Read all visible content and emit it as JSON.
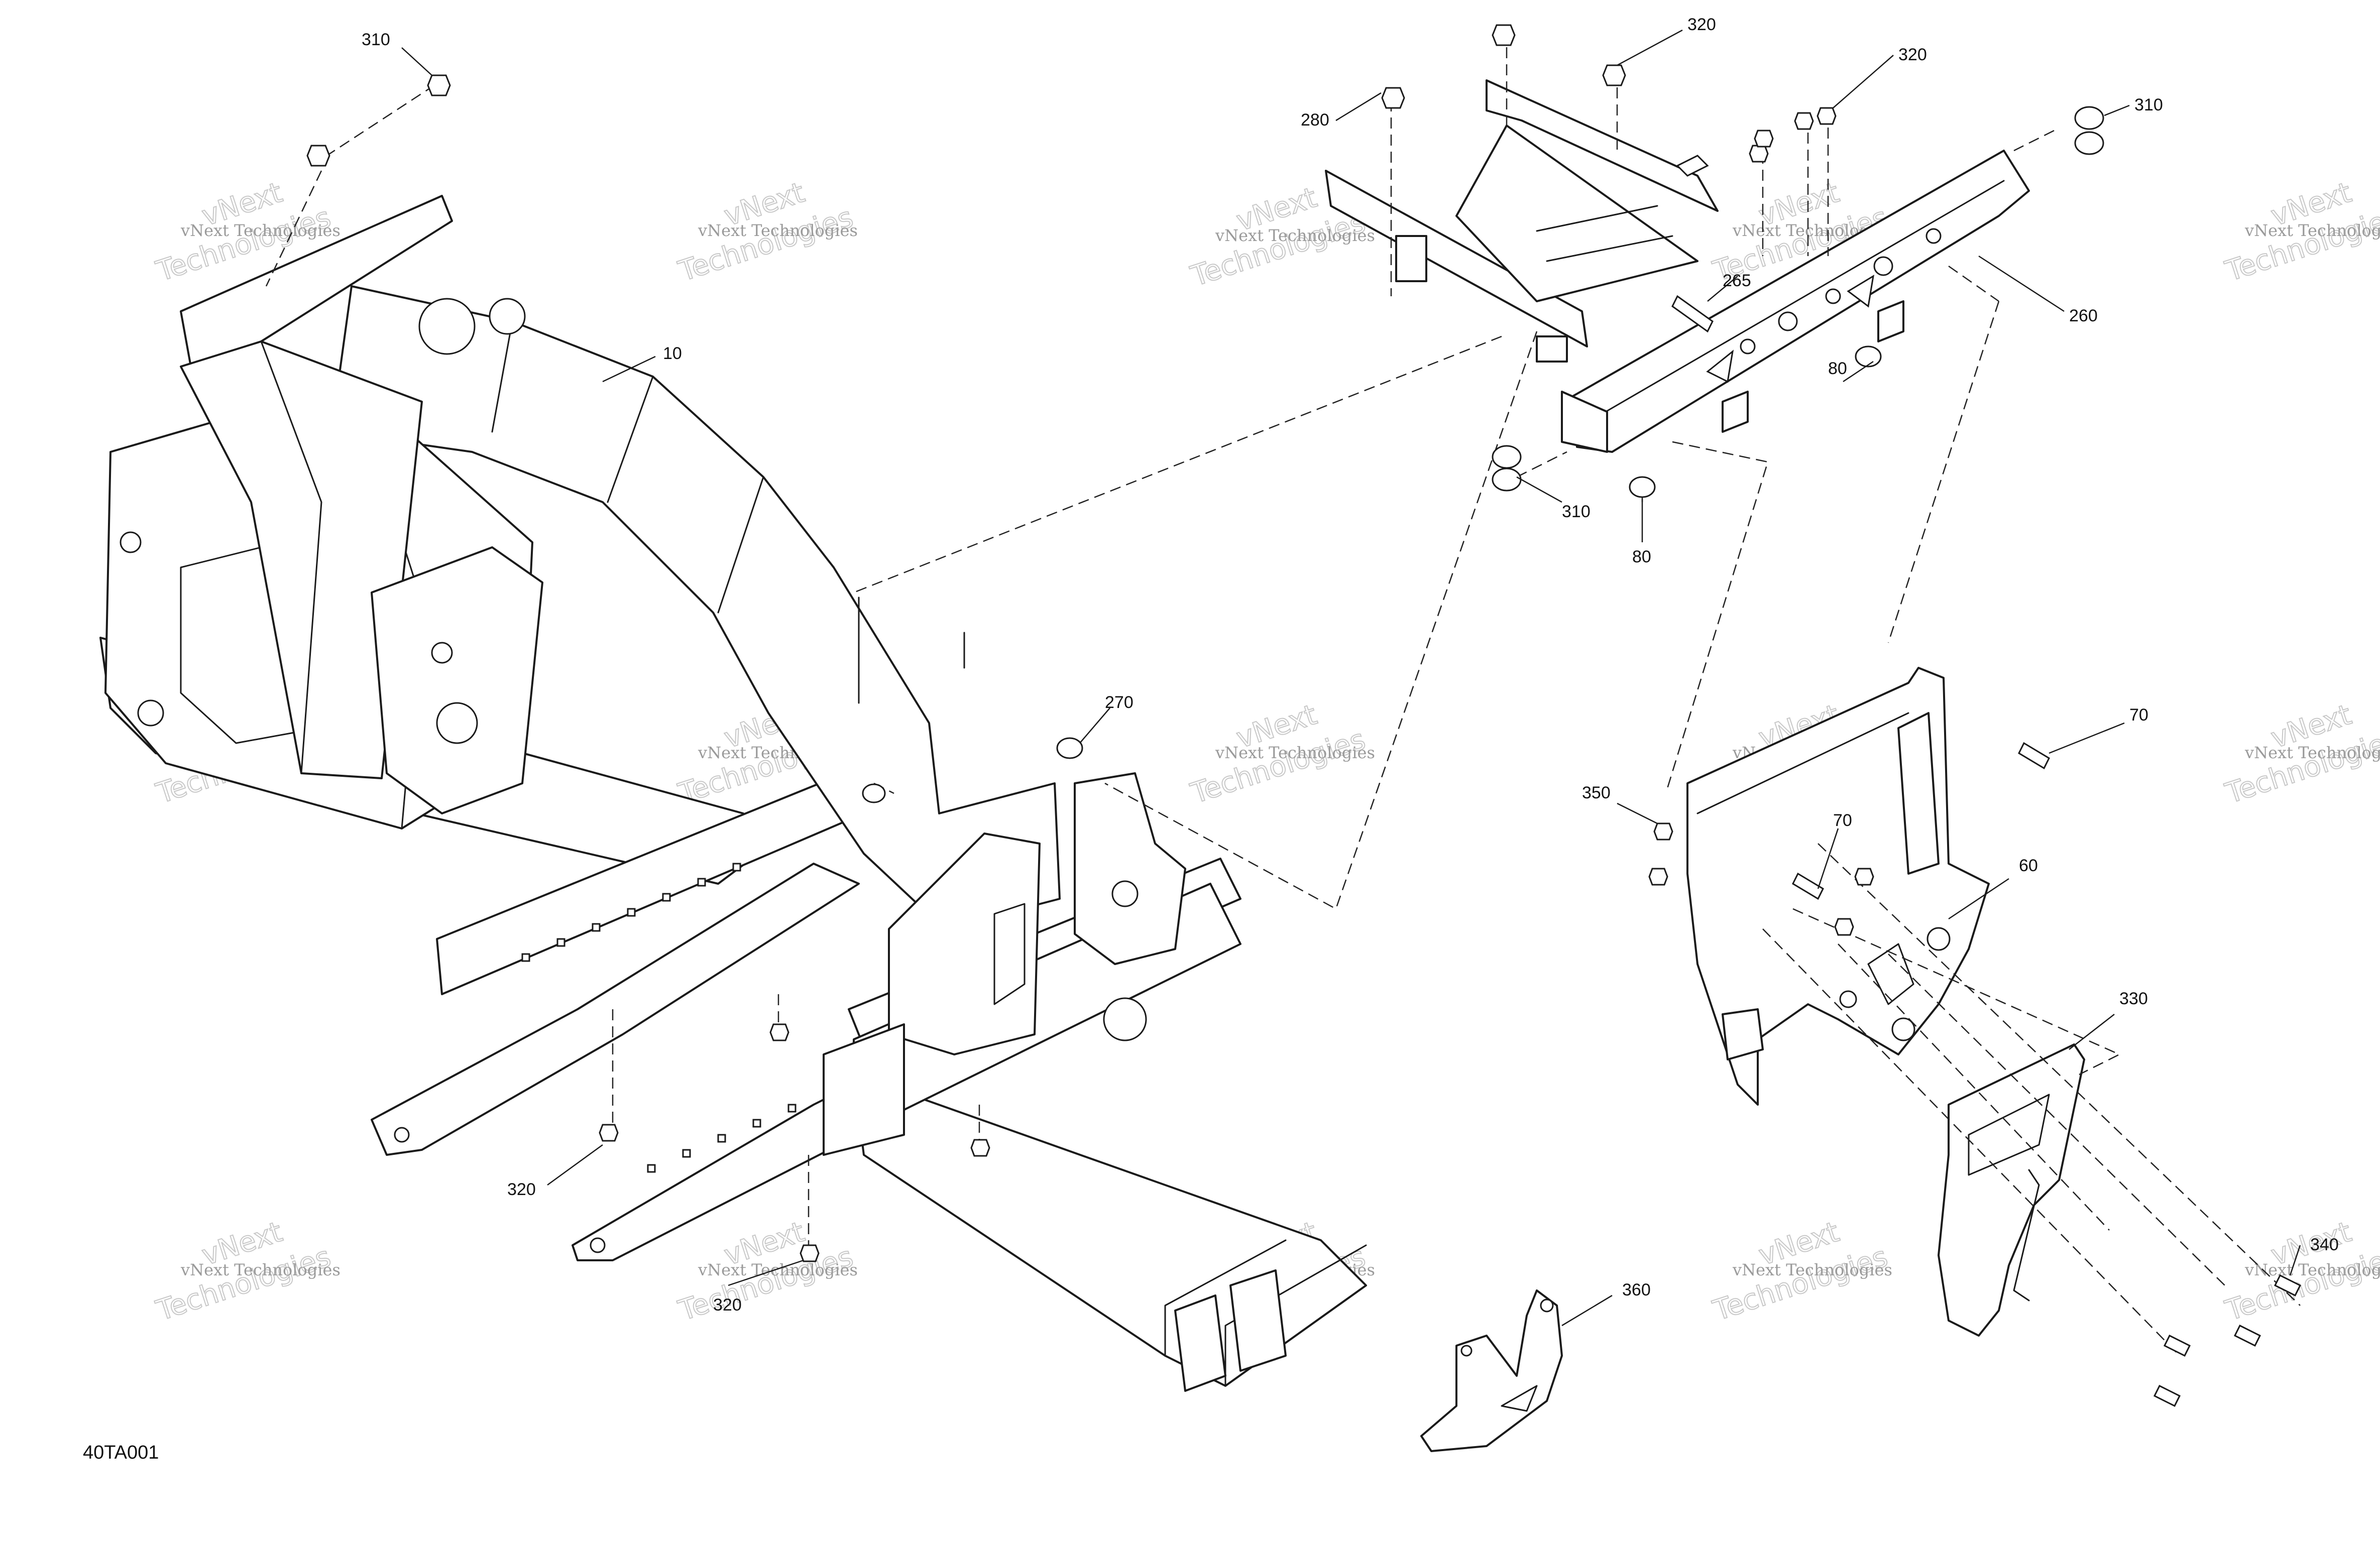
{
  "drawing": {
    "reference_code": "40TA001",
    "watermark": {
      "line1": "vNext Technologies",
      "line2": "vNext",
      "line3": "Technologies"
    },
    "callouts": [
      {
        "id": "c10",
        "label": "10"
      },
      {
        "id": "c60",
        "label": "60"
      },
      {
        "id": "c70a",
        "label": "70"
      },
      {
        "id": "c70b",
        "label": "70"
      },
      {
        "id": "c80a",
        "label": "80"
      },
      {
        "id": "c80b",
        "label": "80"
      },
      {
        "id": "c260",
        "label": "260"
      },
      {
        "id": "c265",
        "label": "265"
      },
      {
        "id": "c270",
        "label": "270"
      },
      {
        "id": "c280",
        "label": "280"
      },
      {
        "id": "c310a",
        "label": "310"
      },
      {
        "id": "c310b",
        "label": "310"
      },
      {
        "id": "c310c",
        "label": "310"
      },
      {
        "id": "c320a",
        "label": "320"
      },
      {
        "id": "c320b",
        "label": "320"
      },
      {
        "id": "c320c",
        "label": "320"
      },
      {
        "id": "c320d",
        "label": "320"
      },
      {
        "id": "c330",
        "label": "330"
      },
      {
        "id": "c340",
        "label": "340"
      },
      {
        "id": "c350",
        "label": "350"
      },
      {
        "id": "c360",
        "label": "360"
      }
    ]
  }
}
